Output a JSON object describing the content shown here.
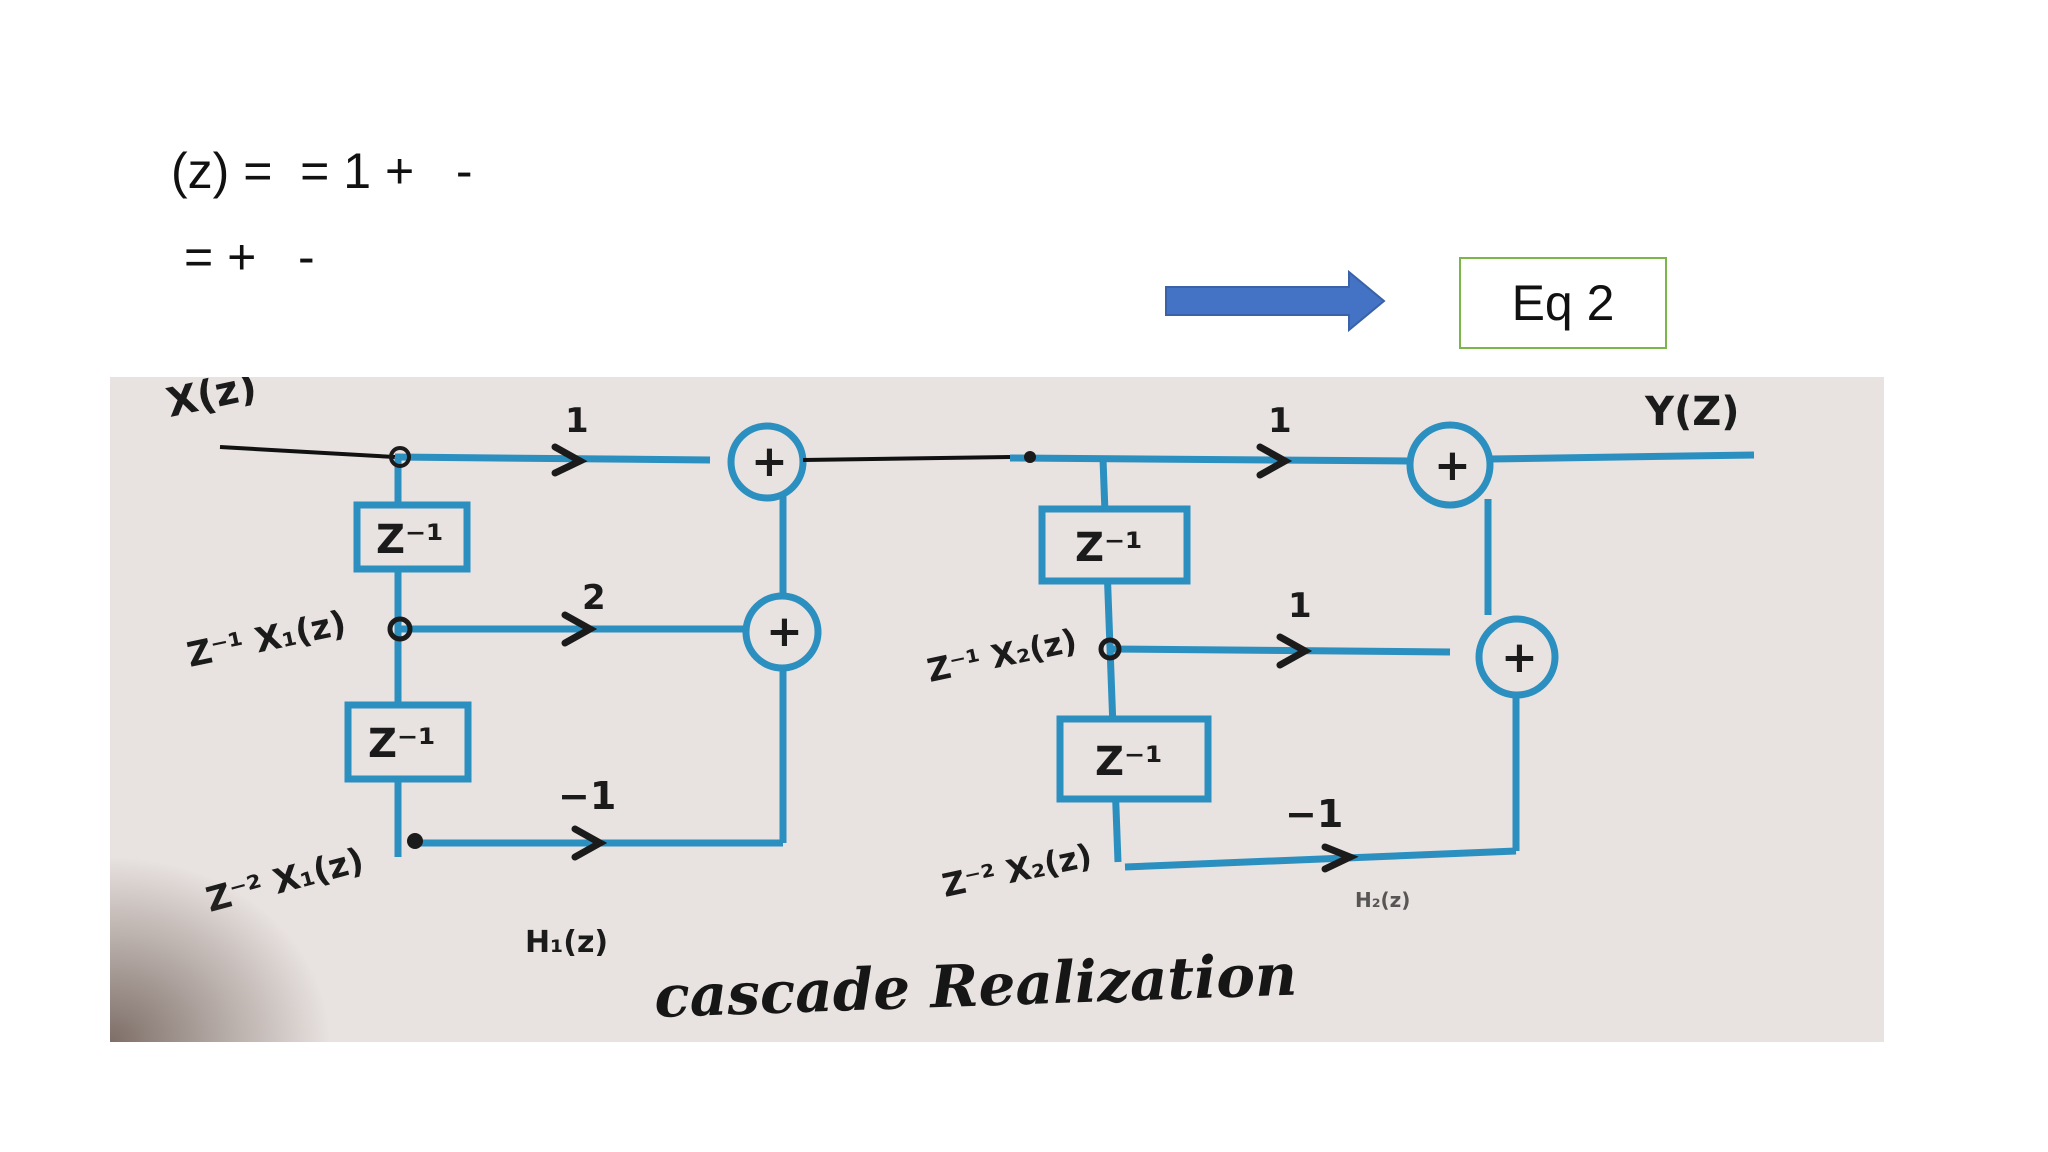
{
  "equations": {
    "line1": "(z) =  = 1 +   -",
    "line2": "= +   -"
  },
  "eq_label": "Eq 2",
  "colors": {
    "arrow": "#4472c4",
    "box_border": "#7ab648",
    "wire": "#2b8fbf",
    "ink": "#1b1b1b",
    "paper": "#e8e2e0"
  },
  "diagram": {
    "input_label": "X(z)",
    "output_label": "Y(Z)",
    "delay_label": "Z⁻¹",
    "stage1": {
      "coefficients": [
        "1",
        "2",
        "−1"
      ],
      "tap_labels": [
        "Z⁻¹ X₁(z)",
        "Z⁻² X₁(z)"
      ],
      "name": "H₁(z)"
    },
    "stage2": {
      "coefficients": [
        "1",
        "1",
        "−1"
      ],
      "tap_labels": [
        "Z⁻¹ X₂(z)",
        "Z⁻² X₂(z)"
      ],
      "name": "H₂(z)"
    },
    "adder_symbol": "+",
    "caption": "cascade Realization"
  }
}
